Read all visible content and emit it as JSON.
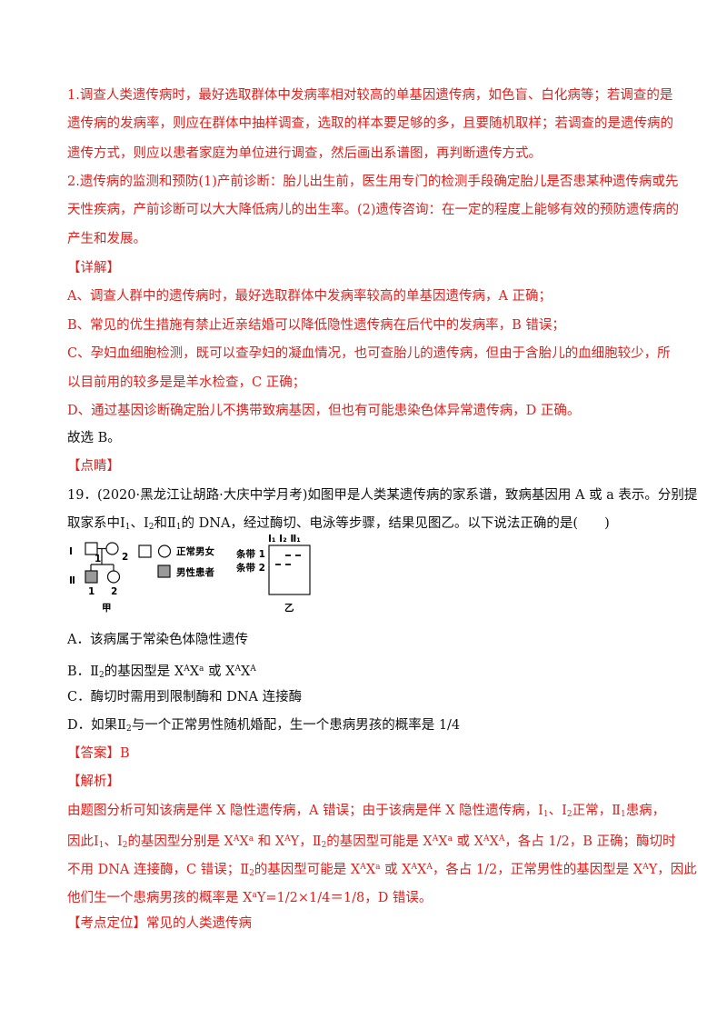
{
  "red_section": {
    "line1": "1.调查人类遗传病时，最好选取群体中发病率相对较高的单基因遗传病，如色盲、白化病等；若调查的是",
    "line2": "遗传病的发病率，则应在群体中抽样调查，选取的样本要足够的多，且要随机取样；若调查的是遗传病的",
    "line3": "遗传方式，则应以患者家庭为单位进行调查，然后画出系谱图，再判断遗传方式。",
    "line4": "2.遗传病的监测和预防(1)产前诊断：胎儿出生前，医生用专门的检测手段确定胎儿是否患某种遗传病或先",
    "line5": "天性疾病，产前诊断可以大大降低病儿的出生率。(2)遗传咨询：在一定的程度上能够有效的预防遗传病的",
    "line6": "产生和发展。",
    "detail_heading": "【详解】",
    "a": "A、调查人群中的遗传病时，最好选取群体中发病率较高的单基因遗传病，A 正确；",
    "b": "B、常见的优生措施有禁止近亲结婚可以降低隐性遗传病在后代中的发病率，B 错误；",
    "c1": "C、孕妇血细胞检测，既可以查孕妇的凝血情况，也可查胎儿的遗传病，但由于含胎儿的血细胞较少，所",
    "c2": "以目前用的较多是是羊水检查，C 正确；",
    "d": "D、通过基因诊断确定胎儿不携带致病基因，但也有可能患染色体异常遗传病，D 正确。"
  },
  "conclusion": "故选 B。",
  "tip_heading": "【点睛】",
  "question": {
    "line1": "19．(2020·黑龙江让胡路·大庆中学月考)如图甲是人类某遗传病的家系谱，致病基因用 A 或 a 表示。分别提",
    "line2_a": "取家系中Ⅰ",
    "line2_b": "、Ⅰ",
    "line2_c": "和Ⅱ",
    "line2_d": "的 DNA，经过酶切、电泳等步骤，结果见图乙。以下说法正确的是(　　)",
    "sub_1": "1",
    "sub_2": "2"
  },
  "figure": {
    "gen1": "Ⅰ",
    "gen2": "Ⅱ",
    "n1": "1",
    "n2": "2",
    "legend_normal": "正常男女",
    "legend_patient": "男性患者",
    "label_jia": "甲",
    "label_yi": "乙",
    "band1": "条带 1",
    "band2": "条带 2",
    "lanes": "Ⅰ₁ Ⅰ₂ Ⅱ₁"
  },
  "options": {
    "a": "A．该病属于常染色体隐性遗传",
    "b_pre": "B．Ⅱ",
    "b_sub": "2",
    "b_mid": "的基因型是 X",
    "b_sup1": "A",
    "b_x": "X",
    "b_sup2": "a",
    "b_or": " 或 X",
    "b_sup3": "A",
    "b_x2": "X",
    "b_sup4": "A",
    "c": "C．酶切时需用到限制酶和 DNA 连接酶",
    "d_pre": "D．如果Ⅱ",
    "d_sub": "2",
    "d_post": "与一个正常男性随机婚配，生一个患病男孩的概率是 1/4"
  },
  "answer": {
    "heading": "【答案】B",
    "analysis_heading": "【解析】",
    "l1_a": "由题图分析可知该病是伴 X 隐性遗传病，A 错误；由于该病是伴 X 隐性遗传病，Ⅰ",
    "l1_b": "、Ⅰ",
    "l1_c": "正常，Ⅱ",
    "l1_d": "患病，",
    "l2_a": "因此Ⅰ",
    "l2_b": "、Ⅰ",
    "l2_c": "的基因型分别是 X",
    "l2_d": "X",
    "l2_e": " 和 X",
    "l2_f": "Y，Ⅱ",
    "l2_g": "的基因型可能是 X",
    "l2_h": "X",
    "l2_i": " 或 X",
    "l2_j": "X",
    "l2_k": "，各占 1/2，B 正确；酶切时",
    "l3_a": "不用 DNA 连接酶，C 错误；Ⅱ",
    "l3_b": "的基因型可能是 X",
    "l3_c": "X",
    "l3_d": " 或 X",
    "l3_e": "X",
    "l3_f": "，各占 1/2，正常男性的基因型是 X",
    "l3_g": "Y，因此",
    "l4_a": "他们生一个患病男孩的概率是 X",
    "l4_b": "Y=1/2×1/4＝1/8，D 错误。",
    "sup_A": "A",
    "sup_a": "a",
    "sub_1": "1",
    "sub_2": "2"
  },
  "footer": "【考点定位】常见的人类遗传病",
  "colors": {
    "red": "#e0201c",
    "black": "#111111"
  }
}
